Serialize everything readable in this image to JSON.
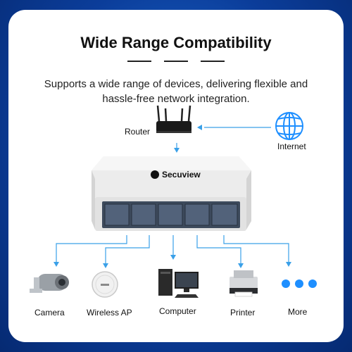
{
  "title": "Wide Range Compatibility",
  "subtitle": "Supports a wide range of devices, delivering flexible and hassle-free network integration.",
  "brand": "Secuview",
  "nodes": {
    "router": "Router",
    "internet": "Internet"
  },
  "devices": [
    {
      "label": "Camera",
      "icon": "camera-icon"
    },
    {
      "label": "Wireless AP",
      "icon": "wireless-ap-icon"
    },
    {
      "label": "Computer",
      "icon": "computer-icon"
    },
    {
      "label": "Printer",
      "icon": "printer-icon"
    },
    {
      "label": "More",
      "icon": "more-dots-icon"
    }
  ],
  "colors": {
    "background": "#0b3d9a",
    "connector": "#3aa0e8",
    "dots": "#1e8fff"
  }
}
